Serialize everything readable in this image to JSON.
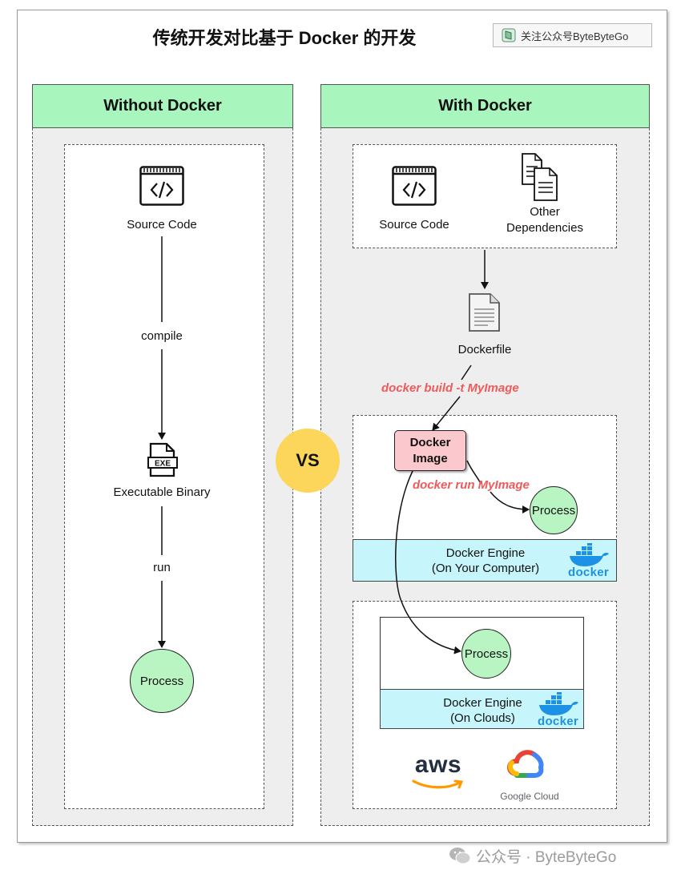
{
  "title": "传统开发对比基于 Docker 的开发",
  "badge": {
    "text": "关注公众号ByteByteGo"
  },
  "left": {
    "header": "Without Docker",
    "source_code": "Source Code",
    "compile": "compile",
    "executable": "Executable Binary",
    "exe_label": "EXE",
    "run": "run",
    "process": "Process"
  },
  "vs": "VS",
  "right": {
    "header": "With Docker",
    "source_code": "Source Code",
    "other_deps_line1": "Other",
    "other_deps_line2": "Dependencies",
    "dockerfile": "Dockerfile",
    "build_cmd": "docker build -t MyImage",
    "image_line1": "Docker",
    "image_line2": "Image",
    "run_cmd": "docker run MyImage",
    "process_local": "Process",
    "engine_local_line1": "Docker Engine",
    "engine_local_line2": "(On Your Computer)",
    "process_cloud": "Process",
    "engine_cloud_line1": "Docker Engine",
    "engine_cloud_line2": "(On Clouds)",
    "docker_logo_text": "docker",
    "aws": "aws",
    "gcloud": "Google Cloud"
  },
  "footer": "公众号 · ByteByteGo",
  "colors": {
    "header_green": "#a8f5be",
    "process_green": "#b8f5c2",
    "engine_cyan": "#c6f6fb",
    "image_pink": "#fbc9cd",
    "command_red": "#f05a5a",
    "vs_yellow": "#fcd65a",
    "docker_blue": "#1d91e6",
    "aws_orange": "#ff9900"
  }
}
